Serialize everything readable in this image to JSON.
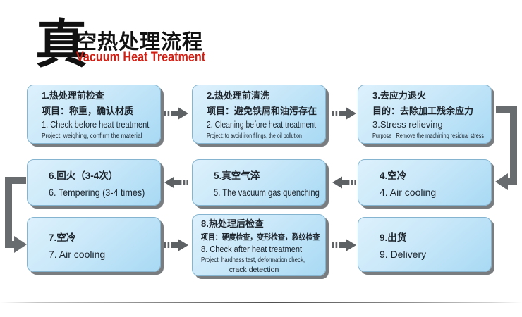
{
  "header": {
    "big_char": "真",
    "title_cn": "空热处理流程",
    "title_en": "Vacuum Heat Treatment"
  },
  "colors": {
    "accent_red": "#cf2016",
    "box_fill_light": "#ddf1fc",
    "box_fill_dark": "#a8d9f4",
    "box_border": "#84b4cf",
    "box_shadow_gray": "#797d80",
    "arrow_gray": "#5d6164",
    "text_dark": "#1d242c"
  },
  "boxes": {
    "b1": {
      "cn1": "1.热处理前检查",
      "cn2": "项目：称重，确认材质",
      "en1": "1. Check before heat treatment",
      "en2": "Project: weighing, confirm the material"
    },
    "b2": {
      "cn1": "2.热处理前清洗",
      "cn2": "项目：避免铁屑和油污存在",
      "en1": "2. Cleaning before heat treatment",
      "en2": "Project: to avoid iron filings, the oil pollution"
    },
    "b3": {
      "cn1": "3.去应力退火",
      "cn2": "目的：去除加工残余应力",
      "en1": "3.Stress relieving",
      "en2": "Purpose : Remove the machining residual stress"
    },
    "b4": {
      "cn1": "4.空冷",
      "en1": "4. Air cooling"
    },
    "b5": {
      "cn1": "5.真空气淬",
      "en1": "5. The vacuum gas quenching"
    },
    "b6": {
      "cn1": "6.回火（3-4次）",
      "en1": "6. Tempering (3-4 times)"
    },
    "b7": {
      "cn1": "7.空冷",
      "en1": "7. Air cooling"
    },
    "b8": {
      "cn1": "8.热处理后检查",
      "cn2": "项目：硬度检查，变形检查，裂纹检查",
      "en1": "8. Check after heat treatment",
      "en2": "Project: hardness test, deformation check,",
      "en3": "crack detection"
    },
    "b9": {
      "cn1": "9.出货",
      "en1": "9. Delivery"
    }
  }
}
